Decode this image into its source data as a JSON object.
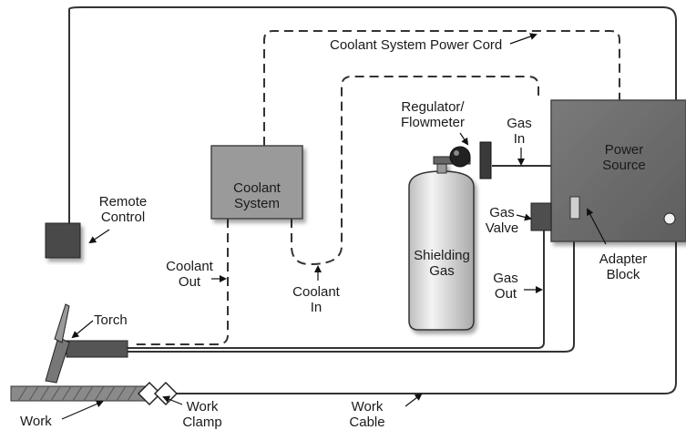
{
  "labels": {
    "coolant_power_cord": "Coolant System Power Cord",
    "regulator_line1": "Regulator/",
    "regulator_line2": "Flowmeter",
    "gas_in_line1": "Gas",
    "gas_in_line2": "In",
    "power_source_line1": "Power",
    "power_source_line2": "Source",
    "remote_control_line1": "Remote",
    "remote_control_line2": "Control",
    "coolant_system_line1": "Coolant",
    "coolant_system_line2": "System",
    "gas_valve_line1": "Gas",
    "gas_valve_line2": "Valve",
    "adapter_block_line1": "Adapter",
    "adapter_block_line2": "Block",
    "shielding_gas_line1": "Shielding",
    "shielding_gas_line2": "Gas",
    "coolant_out_line1": "Coolant",
    "coolant_out_line2": "Out",
    "coolant_in_line1": "Coolant",
    "coolant_in_line2": "In",
    "gas_out_line1": "Gas",
    "gas_out_line2": "Out",
    "torch": "Torch",
    "work": "Work",
    "work_clamp_line1": "Work",
    "work_clamp_line2": "Clamp",
    "work_cable_line1": "Work",
    "work_cable_line2": "Cable"
  },
  "colors": {
    "power_source": "#6e6e6e",
    "coolant_system": "#9a9a9a",
    "cylinder": "#dcdcdc",
    "remote_control": "#4a4a4a",
    "work_piece": "#8a8a8a",
    "line": "#2a2a2a"
  }
}
